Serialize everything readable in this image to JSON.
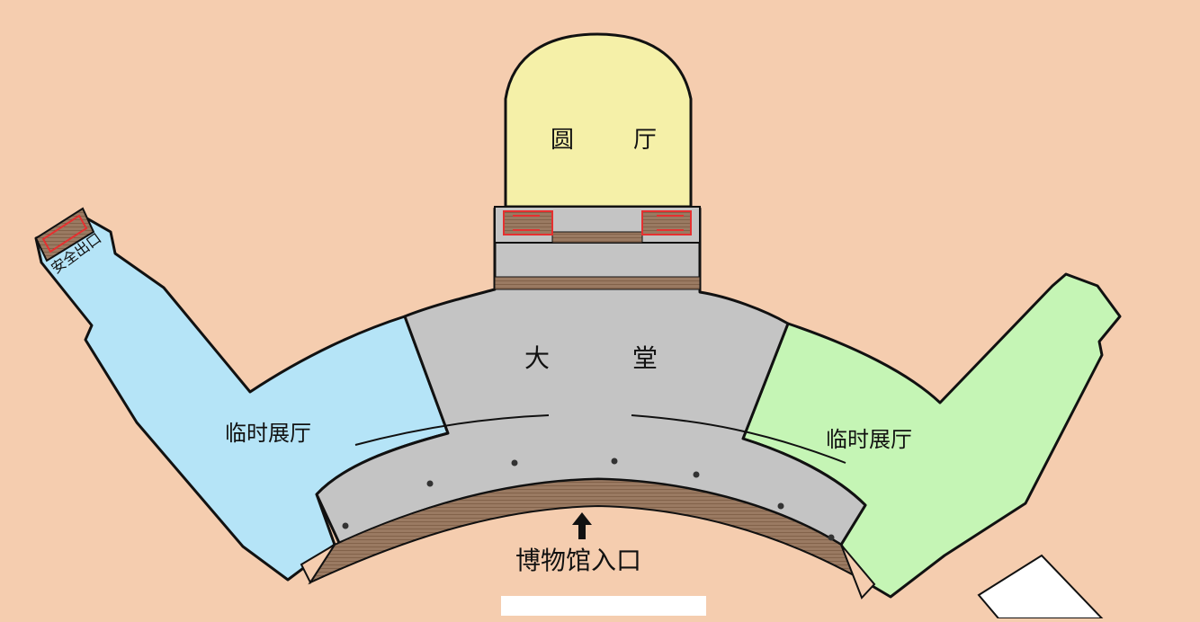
{
  "map": {
    "colors": {
      "background": "#f5cdaf",
      "rotunda": "#f5f0a8",
      "lobby": "#c4c4c4",
      "hall_left": "#b5e4f7",
      "hall_right": "#c5f5b5",
      "stairs": "#a07a5a",
      "exit_marker": "#e53030"
    },
    "rooms": {
      "rotunda": {
        "label_a": "圆",
        "label_b": "厅"
      },
      "lobby": {
        "label_a": "大",
        "label_b": "堂"
      },
      "hall_left": {
        "label": "临时展厅"
      },
      "hall_right": {
        "label": "临时展厅"
      }
    },
    "exit_label": "安全出口",
    "entrance_label": "博物馆入口",
    "entrance_arrow_icon": "arrow-up-icon"
  }
}
